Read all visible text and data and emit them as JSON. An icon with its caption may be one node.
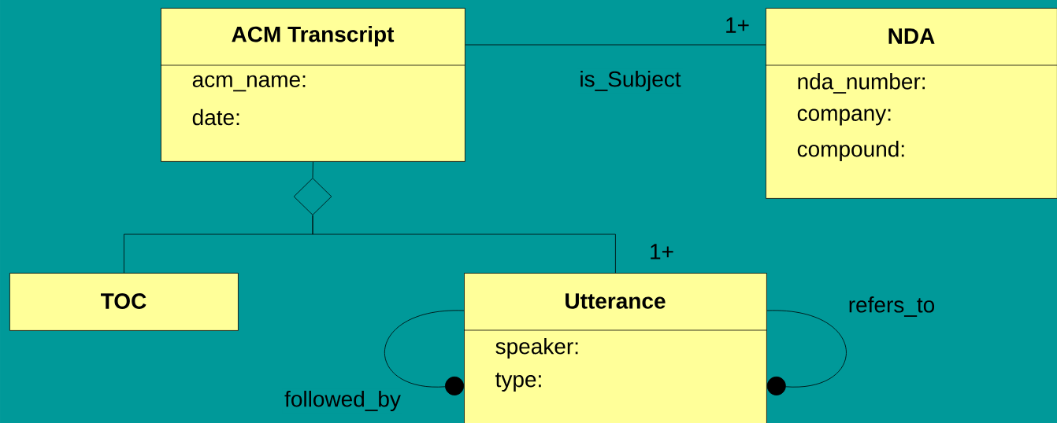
{
  "diagram": {
    "nodes": [
      {
        "text": [
          "ACM Transcript",
          "acm_name:",
          "date:"
        ]
      },
      {
        "text": [
          "NDA",
          "nda_number:",
          "company:",
          "compound:"
        ]
      },
      {
        "text": [
          "TOC"
        ]
      },
      {
        "text": [
          "Utterance",
          "speaker:",
          "type:"
        ]
      },
      {
        "text": [],
        "shape": "diamond"
      }
    ],
    "edges": [
      {
        "from": 0,
        "to": 1,
        "arrow": "none",
        "label": "is_Subject"
      },
      {
        "from": 4,
        "to": 0,
        "arrow": "none"
      },
      {
        "from": 2,
        "to": 4,
        "arrow": "none"
      },
      {
        "from": 3,
        "to": 4,
        "arrow": "none"
      },
      {
        "from": 3,
        "to": 3,
        "arrow": "other",
        "label": "followed_by"
      },
      {
        "from": 3,
        "to": 3,
        "arrow": "other",
        "label": "refers_to"
      }
    ],
    "labels": [
      "1+",
      "1+"
    ]
  }
}
